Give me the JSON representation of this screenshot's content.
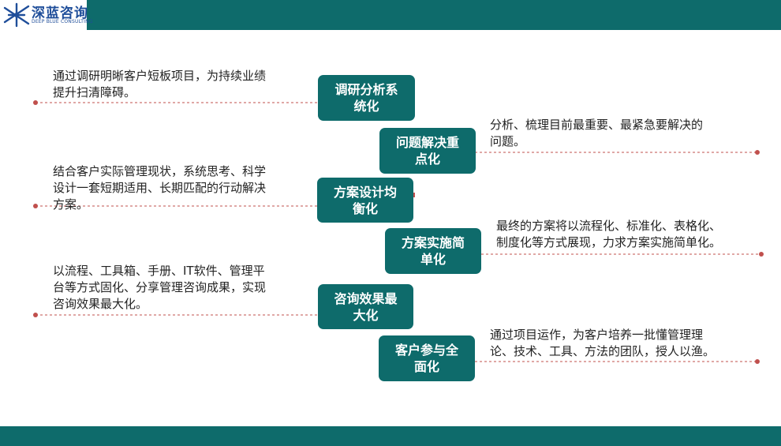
{
  "header": {
    "logo_cn": "深蓝咨询",
    "logo_en": "DEEP BLUE CONSULTING"
  },
  "colors": {
    "teal": "#0e6b6b",
    "dot": "#c0504d",
    "text": "#222222"
  },
  "steps": [
    {
      "label": "调研分析系\n统化",
      "desc": "通过调研明晰客户短板项目，为持续业绩\n提升扫清障碍。"
    },
    {
      "label": "问题解决重\n点化",
      "desc": "分析、梳理目前最重要、最紧急要解决的\n问题。"
    },
    {
      "label": "方案设计均\n衡化",
      "desc": "结合客户实际管理现状，系统思考、科学\n设计一套短期适用、长期匹配的行动解决\n方案。"
    },
    {
      "label": "方案实施简\n单化",
      "desc": "最终的方案将以流程化、标准化、表格化、\n制度化等方式展现，力求方案实施简单化。"
    },
    {
      "label": "咨询效果最\n大化",
      "desc": "以流程、工具箱、手册、IT软件、管理平\n台等方式固化、分享管理咨询成果，实现\n咨询效果最大化。"
    },
    {
      "label": "客户参与全\n面化",
      "desc": "通过项目运作，为客户培养一批懂管理理\n论、技术、工具、方法的团队，授人以渔。"
    }
  ]
}
